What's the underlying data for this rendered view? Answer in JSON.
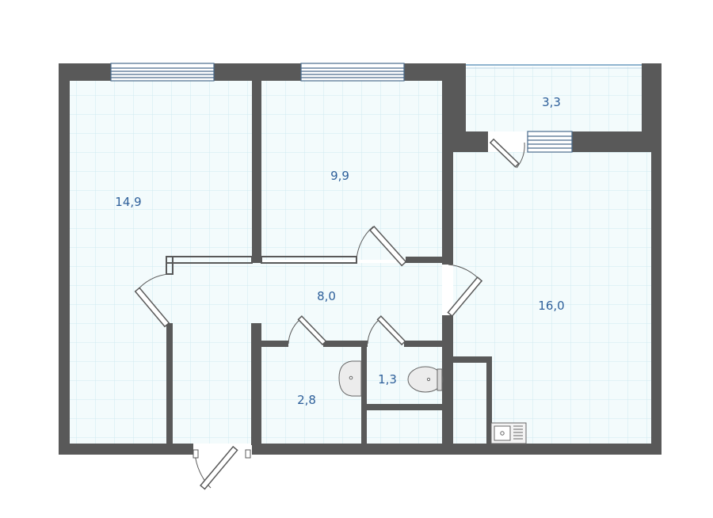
{
  "rooms": {
    "room_a": {
      "area": "14,9"
    },
    "room_b": {
      "area": "9,9"
    },
    "balcony": {
      "area": "3,3"
    },
    "hall": {
      "area": "8,0"
    },
    "kitchen": {
      "area": "16,0"
    },
    "bathroom": {
      "area": "2,8"
    },
    "toilet": {
      "area": "1,3"
    }
  },
  "colors": {
    "wall": "#595959",
    "floor": "#f3fbfc",
    "grid": "#cfeaf0",
    "label": "#2d5f9a",
    "window": "#4a6b8c",
    "fixture": "#666666"
  }
}
